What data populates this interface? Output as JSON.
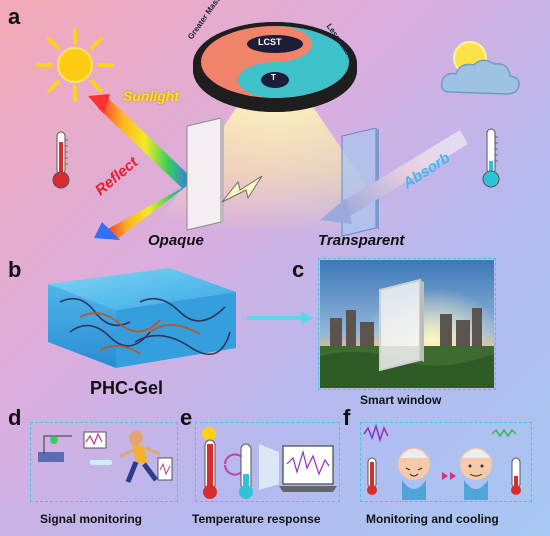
{
  "panels": {
    "a": "a",
    "b": "b",
    "c": "c",
    "d": "d",
    "e": "e",
    "f": "f"
  },
  "disk": {
    "center_label": "LCST",
    "inner_label": "T",
    "left_arc_label": "Greater Mass",
    "right_arc_label": "Less Mass"
  },
  "panel_a": {
    "sunlight": "Sunlight",
    "reflect": "Reflect",
    "absorb": "Absorb",
    "opaque": "Opaque",
    "transparent": "Transparent"
  },
  "panel_b": {
    "label": "PHC-Gel"
  },
  "panel_c": {
    "label": "Smart window"
  },
  "panel_d": {
    "label": "Signal monitoring"
  },
  "panel_e": {
    "label": "Temperature response"
  },
  "panel_f": {
    "label": "Monitoring and cooling"
  },
  "colors": {
    "accent_cyan": "#39c9e6",
    "sunlight_yellow": "#ffd21a",
    "reflect_red": "#e5202d",
    "absorb_blue": "#3fb8ea",
    "disk_salmon": "#f2836b",
    "disk_teal": "#3ec1c9"
  }
}
